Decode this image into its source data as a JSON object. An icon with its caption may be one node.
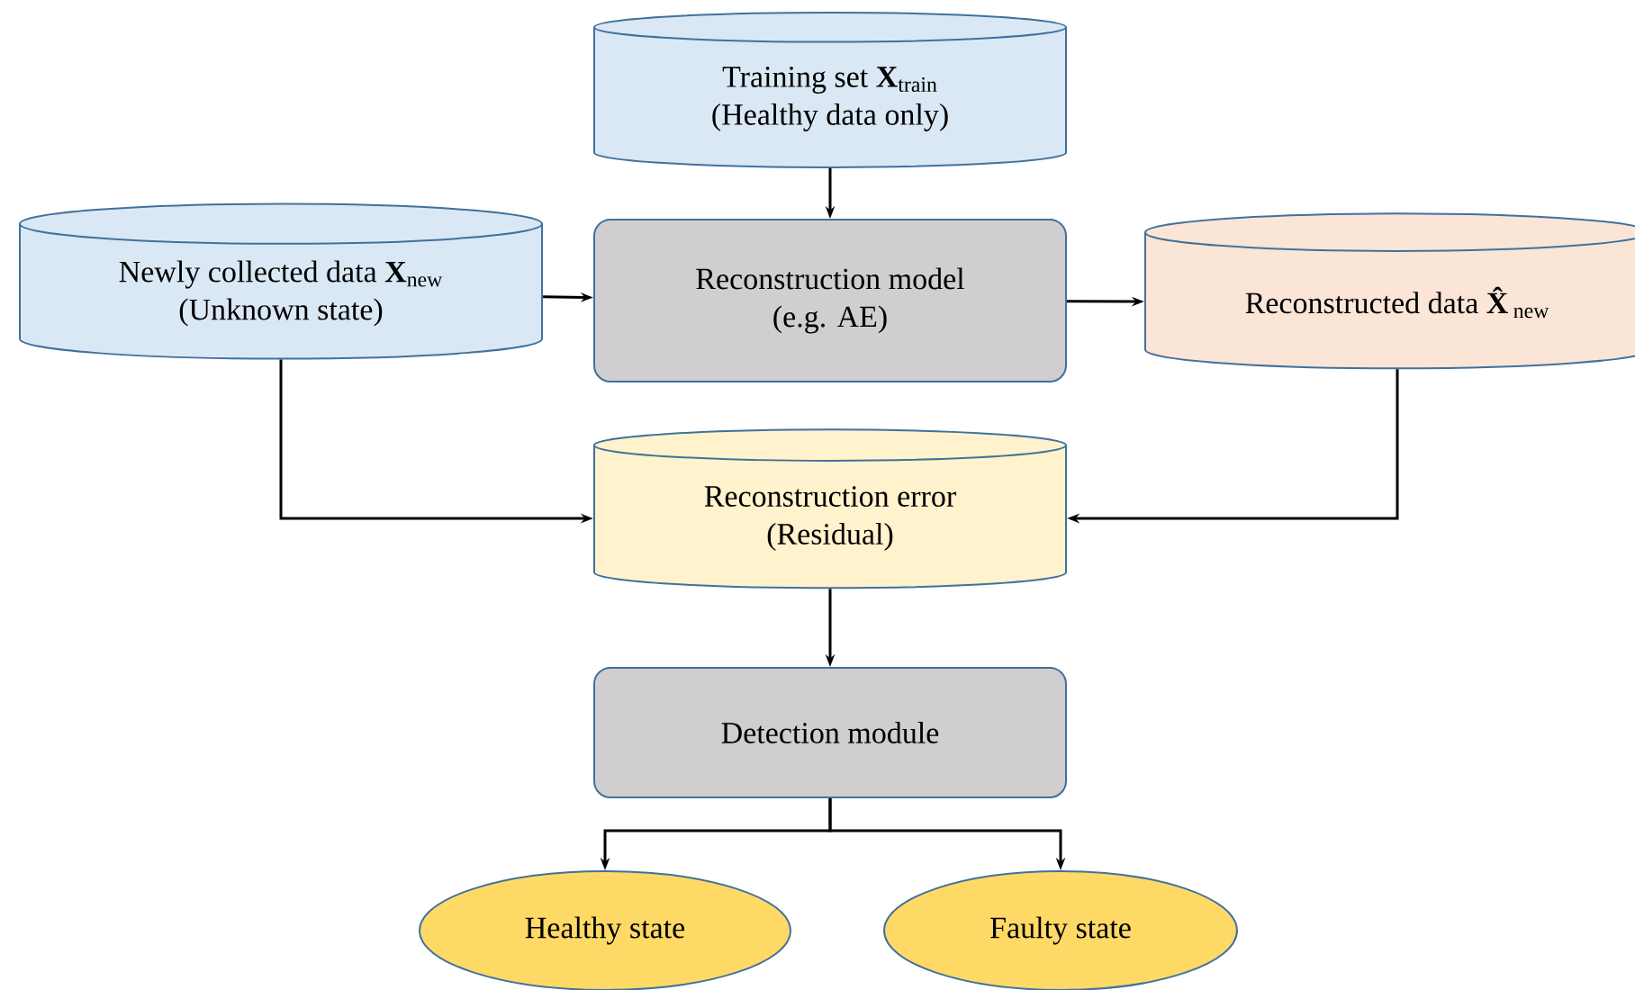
{
  "diagram": {
    "nodes": [
      {
        "text": [
          "Training set **X**$_{train}$",
          "(Healthy data only)"
        ]
      },
      {
        "text": [
          "Newly collected data **X**$_{new}$",
          "(Unknown state)"
        ]
      },
      {
        "text": [
          "Reconstruction model",
          "(e.g. AE)"
        ]
      },
      {
        "text": [
          "Reconstructed data **X̂**$_{new}$"
        ]
      },
      {
        "text": [
          "Reconstruction error",
          "(Residual)"
        ]
      },
      {
        "text": [
          "Detection module"
        ]
      },
      {
        "text": [
          "Healthy state"
        ]
      },
      {
        "text": [
          "Faulty state"
        ]
      }
    ],
    "edges": [
      {
        "from": 0,
        "to": 2,
        "arrow": "to"
      },
      {
        "from": 1,
        "to": 2,
        "arrow": "to"
      },
      {
        "from": 2,
        "to": 3,
        "arrow": "to"
      },
      {
        "from": 1,
        "to": 4,
        "arrow": "to"
      },
      {
        "from": 3,
        "to": 4,
        "arrow": "to"
      },
      {
        "from": 4,
        "to": 5,
        "arrow": "to"
      },
      {
        "from": 5,
        "to": 6,
        "arrow": "to"
      },
      {
        "from": 5,
        "to": 7,
        "arrow": "to"
      }
    ]
  }
}
